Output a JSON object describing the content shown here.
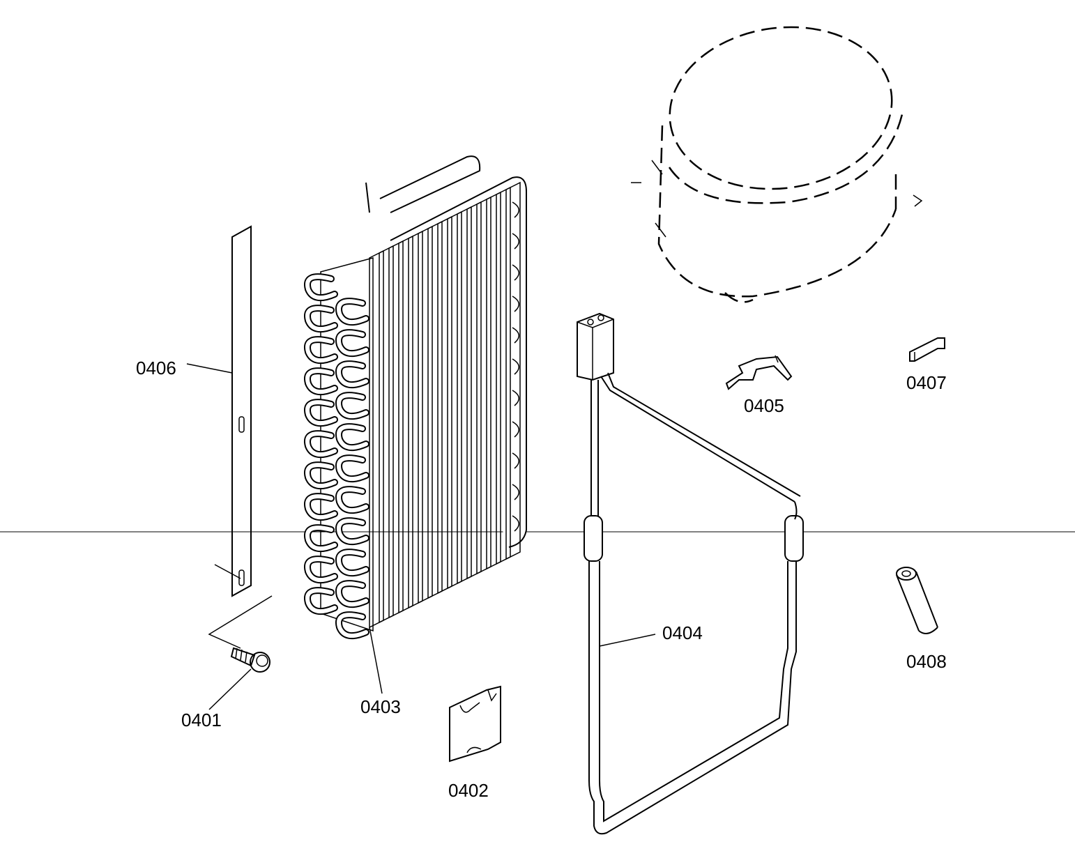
{
  "parts": {
    "p0401": "0401",
    "p0402": "0402",
    "p0403": "0403",
    "p0404": "0404",
    "p0405": "0405",
    "p0406": "0406",
    "p0407": "0407",
    "p0408": "0408"
  }
}
